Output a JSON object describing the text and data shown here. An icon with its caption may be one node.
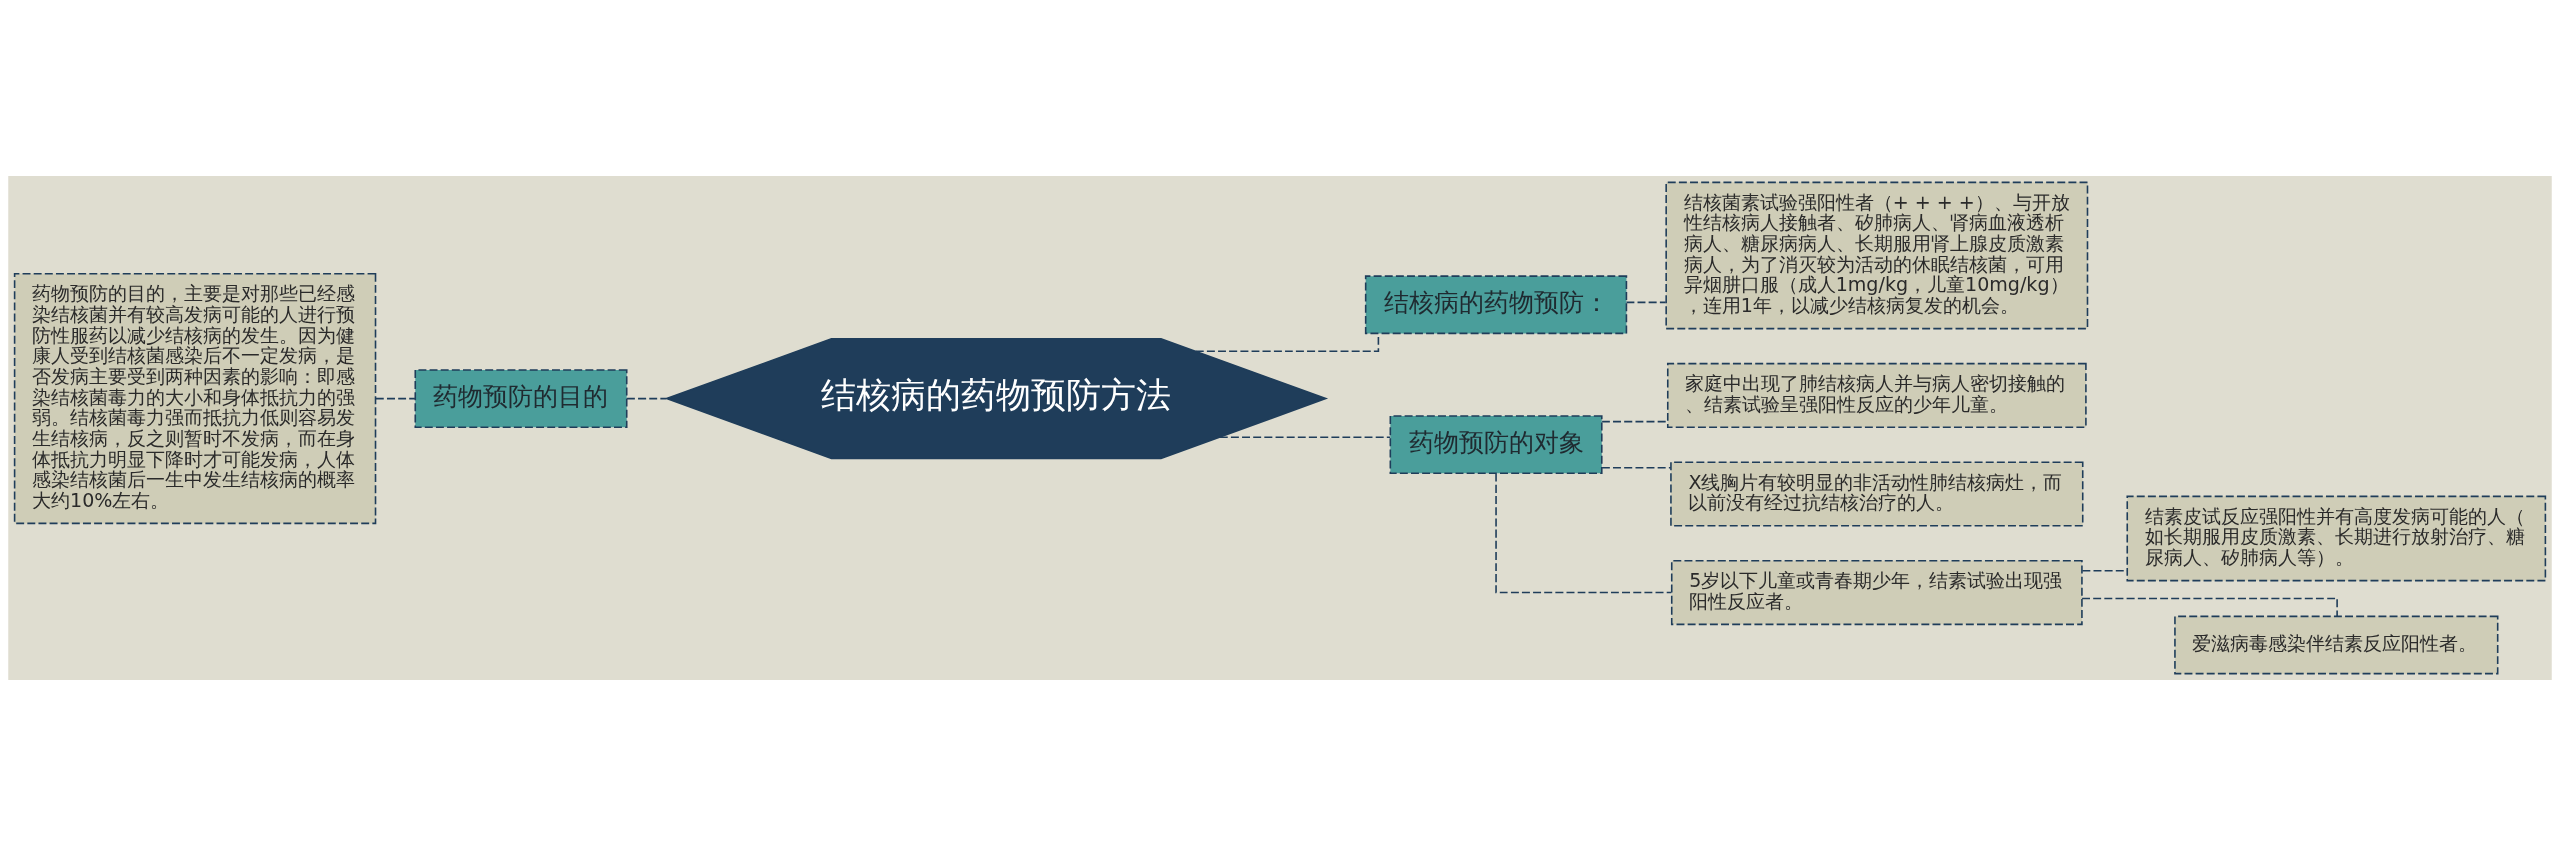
{
  "diagram": {
    "nodes": [
      {
        "text": [
          "结核病的药物预防方法"
        ]
      },
      {
        "text": [
          "药物预防的目的"
        ]
      },
      {
        "text": [
          "药物预防的目的，主要是对那些已经感染结核菌并有较高发病可能的人进行预防性服药以减少结核病的发生。因为健康人受到结核菌感染后不一定发病，是否发病主要受到两种因素的影响：即感染结核菌毒力的大小和身体抵抗力的强弱。结核菌毒力强而抵抗力低则容易发生结核病，反之则暂时不发病，而在身体抵抗力明显下降时才可能发病，人体感染结核菌后一生中发生结核病的概率大约10%左右。"
        ]
      },
      {
        "text": [
          "结核病的药物预防："
        ]
      },
      {
        "text": [
          "结核菌素试验强阳性者（+ + + +）、与开放性结核病人接触者、矽肺病人、肾病血液透析病人、糖尿病病人、长期服用肾上腺皮质激素病人，为了消灭较为活动的休眠结核菌，可用异烟肼口服（成人1mg/kg，儿童10mg/kg），连用1年，以减少结核病复发的机会。"
        ]
      },
      {
        "text": [
          "药物预防的对象"
        ]
      },
      {
        "text": [
          "家庭中出现了肺结核病人并与病人密切接触的、结素试验呈强阳性反应的少年儿童。"
        ]
      },
      {
        "text": [
          "X线胸片有较明显的非活动性肺结核病灶，而以前没有经过抗结核治疗的人。"
        ]
      },
      {
        "text": [
          "5岁以下儿童或青春期少年，结素试验出现强阳性反应者。"
        ]
      },
      {
        "text": [
          "结素皮试反应强阳性并有高度发病可能的人（如长期服用皮质激素、长期进行放射治疗、糖尿病人、矽肺病人等）。"
        ]
      },
      {
        "text": [
          "爱滋病毒感染伴结素反应阳性者。"
        ]
      }
    ],
    "edges": [
      {
        "from": 0,
        "to": 1,
        "arrow": "none",
        "style": "dashed"
      },
      {
        "from": 1,
        "to": 2,
        "arrow": "none",
        "style": "dashed"
      },
      {
        "from": 0,
        "to": 3,
        "arrow": "none",
        "style": "dashed"
      },
      {
        "from": 3,
        "to": 4,
        "arrow": "none",
        "style": "dashed"
      },
      {
        "from": 0,
        "to": 5,
        "arrow": "none",
        "style": "dashed"
      },
      {
        "from": 5,
        "to": 6,
        "arrow": "none",
        "style": "dashed"
      },
      {
        "from": 5,
        "to": 7,
        "arrow": "none",
        "style": "dashed"
      },
      {
        "from": 5,
        "to": 8,
        "arrow": "none",
        "style": "dashed"
      },
      {
        "from": 8,
        "to": 9,
        "arrow": "none",
        "style": "dashed"
      },
      {
        "from": 8,
        "to": 10,
        "arrow": "none",
        "style": "dashed"
      }
    ]
  }
}
